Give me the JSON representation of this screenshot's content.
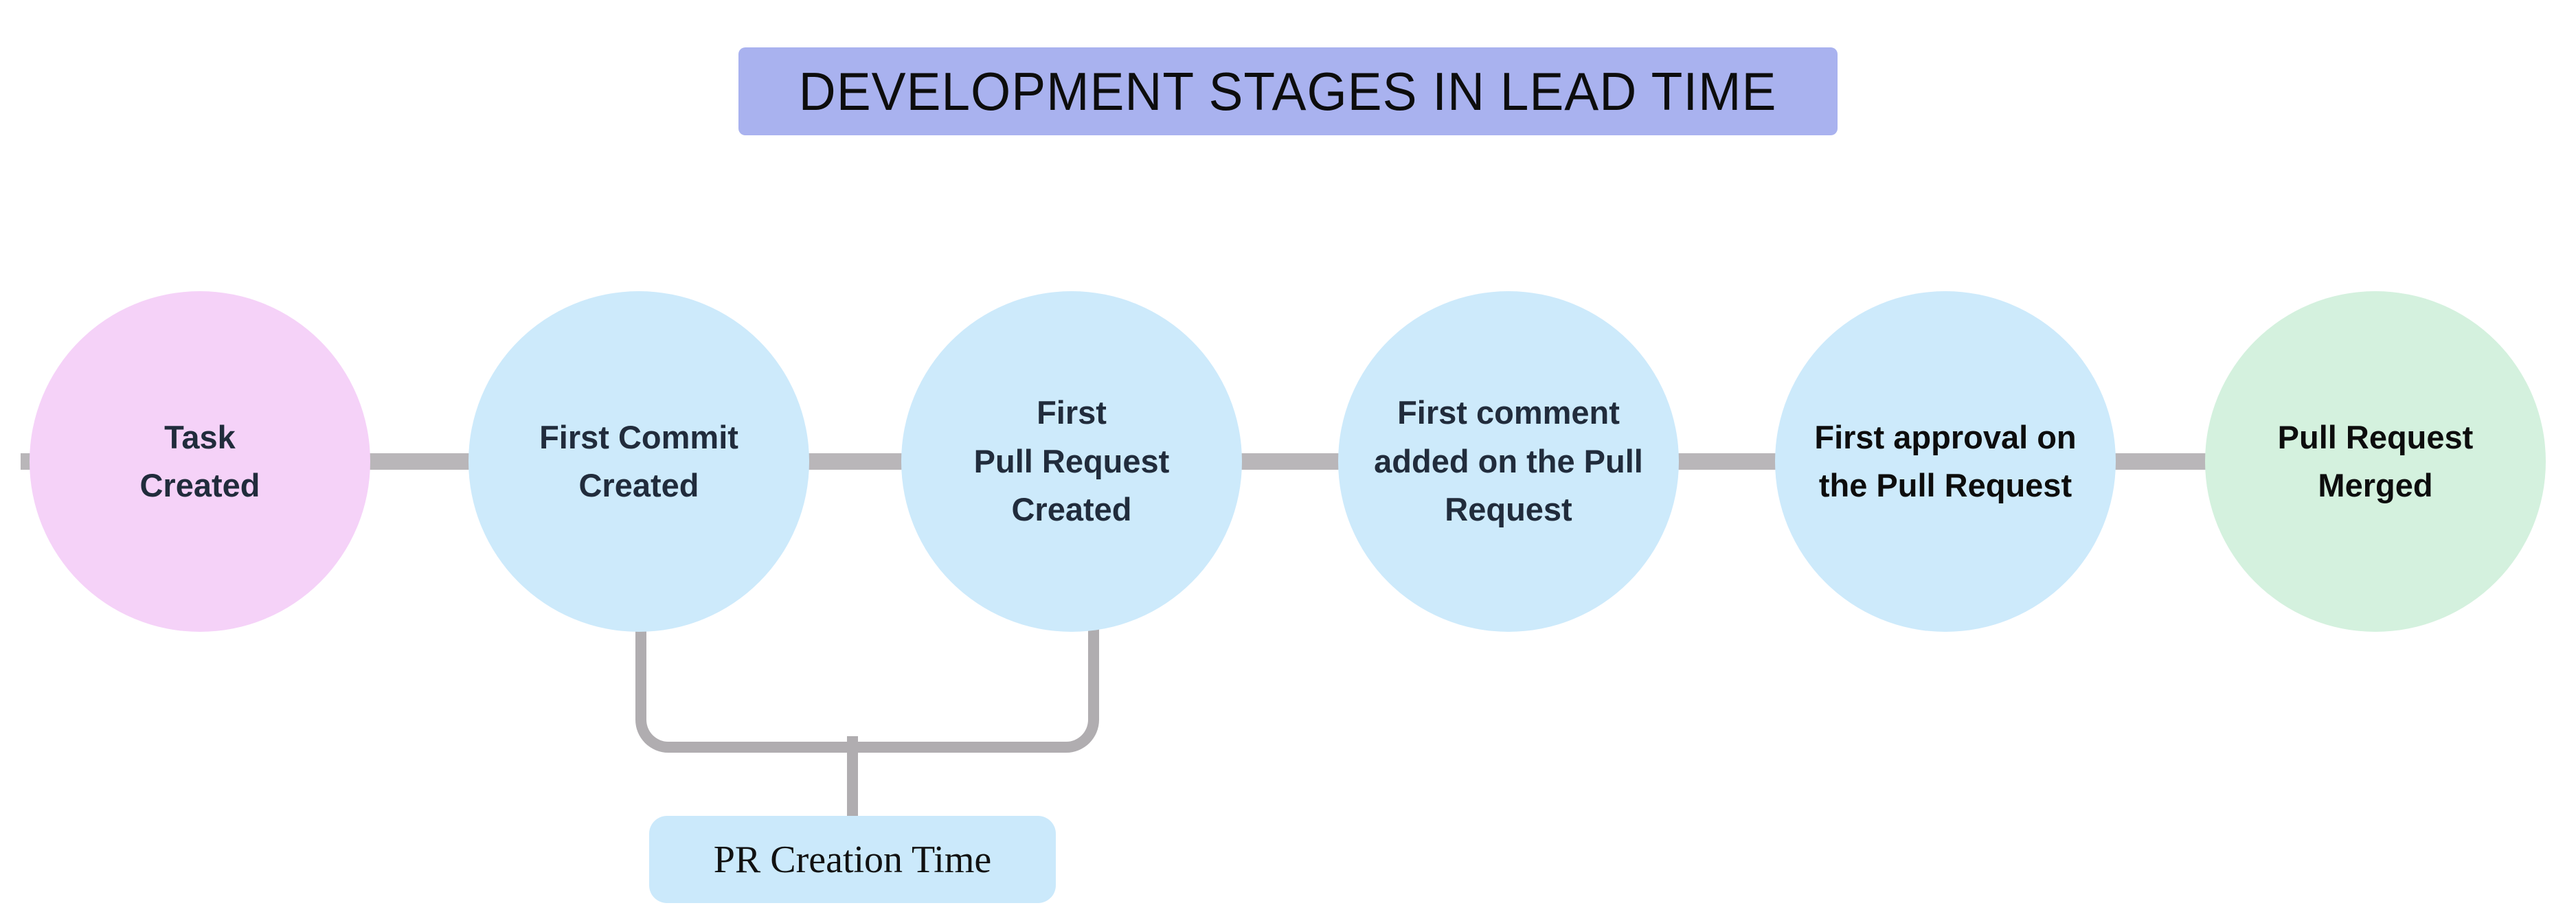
{
  "title": {
    "text": "DEVELOPMENT STAGES IN LEAD TIME"
  },
  "stages": [
    {
      "name": "task-created",
      "lines": [
        "Task",
        "Created"
      ],
      "fill": "#f5d2f8",
      "text_color": "#212c3c"
    },
    {
      "name": "first-commit-created",
      "lines": [
        "First Commit",
        "Created"
      ],
      "fill": "#cdeafb",
      "text_color": "#212c3c"
    },
    {
      "name": "first-pull-request-created",
      "lines": [
        "First",
        "Pull Request",
        "Created"
      ],
      "fill": "#cdeafb",
      "text_color": "#212c3c"
    },
    {
      "name": "first-comment-added",
      "lines": [
        "First comment",
        "added on the Pull",
        "Request"
      ],
      "fill": "#cdeafb",
      "text_color": "#212c3c"
    },
    {
      "name": "first-approval",
      "lines": [
        "First approval on",
        "the Pull Request"
      ],
      "fill": "#cdeafb",
      "text_color": "#0d0d0d"
    },
    {
      "name": "pull-request-merged",
      "lines": [
        "Pull Request",
        "Merged"
      ],
      "fill": "#d4f1de",
      "text_color": "#0d0d0d"
    }
  ],
  "annotation": {
    "label": "PR Creation Time",
    "box_fill": "#cbe9fb",
    "text_color": "#111111",
    "spans": [
      "first-commit-created",
      "first-pull-request-created"
    ]
  },
  "colors": {
    "background": "#ffffff",
    "title_bg": "#a9b2ef",
    "title_text": "#0d0d0d",
    "connector": "#b9b6b9",
    "bracket": "#b0adb0"
  }
}
